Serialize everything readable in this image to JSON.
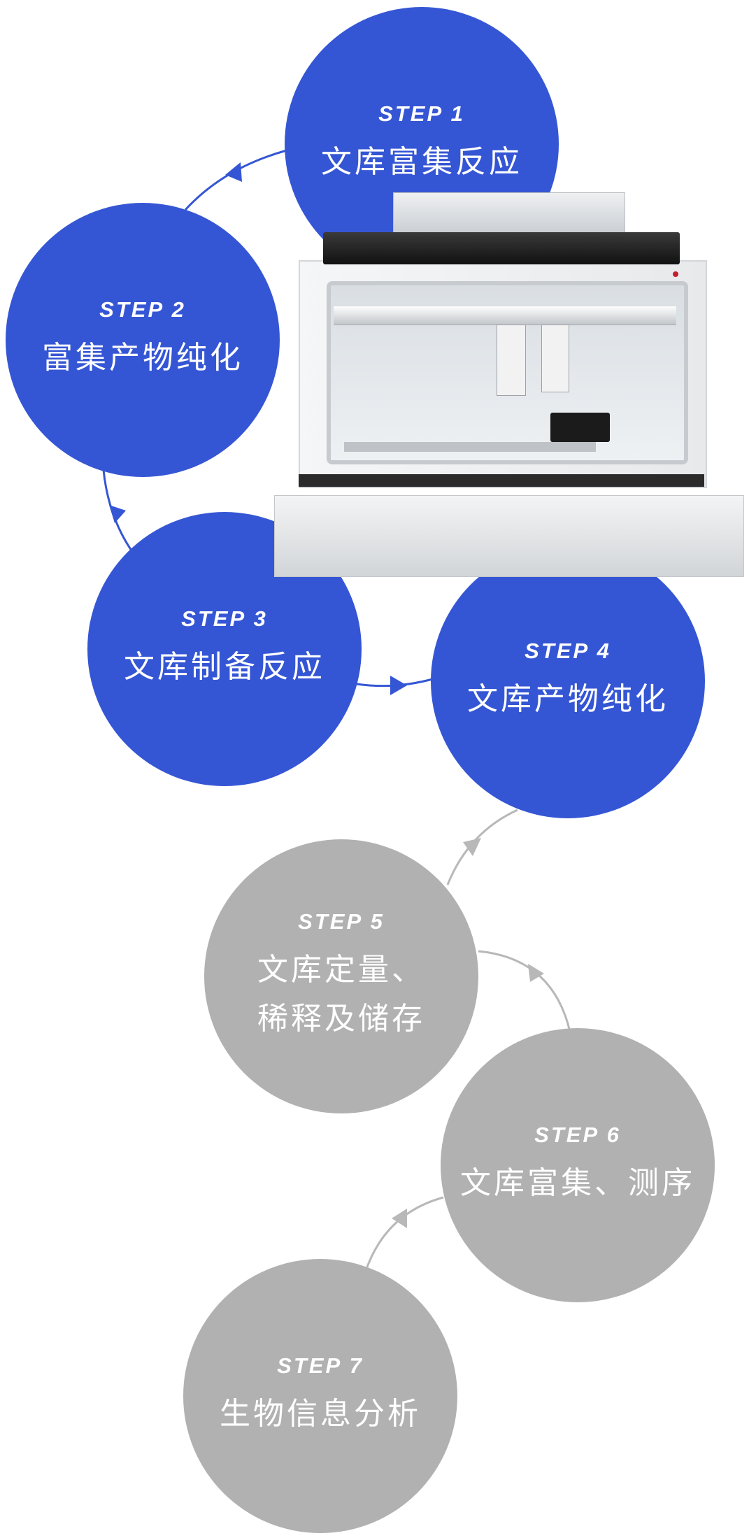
{
  "colors": {
    "active_step": "#3556d4",
    "pending_step": "#b1b1b1",
    "active_connector": "#3556d4",
    "pending_connector": "#b8b8b8"
  },
  "icons": [
    "instrument-illustration",
    "arrow-head-icon"
  ],
  "steps": [
    {
      "label": "STEP 1",
      "title": [
        "文库富集反应"
      ],
      "status": "active"
    },
    {
      "label": "STEP 2",
      "title": [
        "富集产物纯化"
      ],
      "status": "active"
    },
    {
      "label": "STEP 3",
      "title": [
        "文库制备反应"
      ],
      "status": "active"
    },
    {
      "label": "STEP 4",
      "title": [
        "文库产物纯化"
      ],
      "status": "active"
    },
    {
      "label": "STEP 5",
      "title": [
        "文库定量、",
        "稀释及储存"
      ],
      "status": "pending"
    },
    {
      "label": "STEP 6",
      "title": [
        "文库富集、测序"
      ],
      "status": "pending"
    },
    {
      "label": "STEP 7",
      "title": [
        "生物信息分析"
      ],
      "status": "pending"
    }
  ]
}
